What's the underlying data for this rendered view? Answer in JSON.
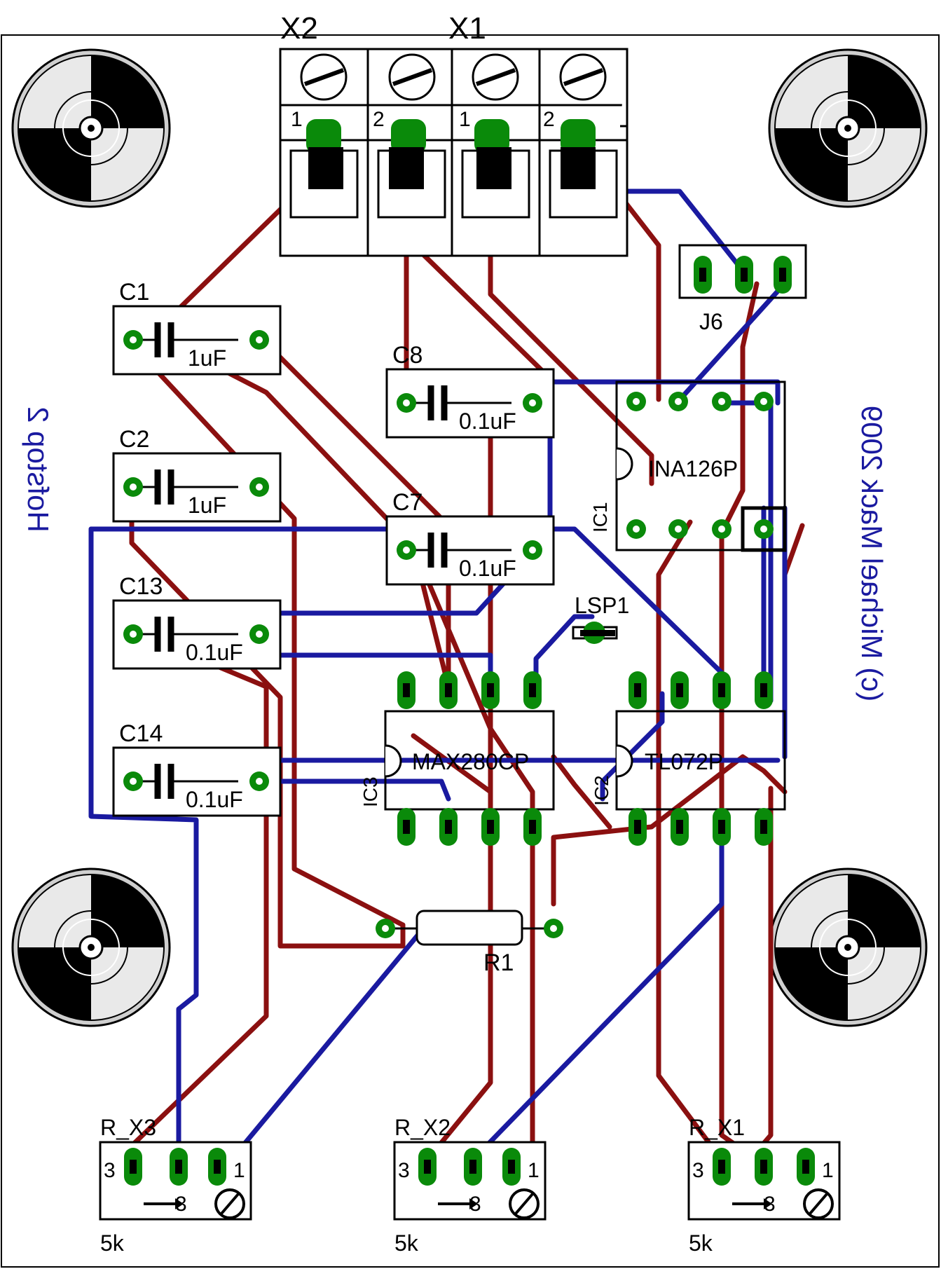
{
  "colors": {
    "top_trace": "#1a1aa0",
    "bottom_trace": "#8b1010",
    "pad": "#0a8a0a",
    "outline": "#000000",
    "background": "#ffffff"
  },
  "terminals": {
    "x2": "X2",
    "x1": "X1",
    "pin1": "1",
    "pin2": "2"
  },
  "capacitors": {
    "c1": {
      "name": "C1",
      "value": "1uF"
    },
    "c2": {
      "name": "C2",
      "value": "1uF"
    },
    "c13": {
      "name": "C13",
      "value": "0.1uF"
    },
    "c14": {
      "name": "C14",
      "value": "0.1uF"
    },
    "c8": {
      "name": "C8",
      "value": "0.1uF"
    },
    "c7": {
      "name": "C7",
      "value": "0.1uF"
    }
  },
  "jumper": {
    "name": "J6"
  },
  "speaker": {
    "name": "LSP1"
  },
  "ics": {
    "ic1": {
      "ref": "IC1",
      "part": "INA126P"
    },
    "ic2": {
      "ref": "IC2",
      "part": "TL072P"
    },
    "ic3": {
      "ref": "IC3",
      "part": "MAX280CP"
    }
  },
  "resistor": {
    "name": "R1"
  },
  "trimmers": {
    "r_x3": {
      "name": "R_X3",
      "value": "5k",
      "pin3": "3",
      "pin1": "1",
      "wiper": "3"
    },
    "r_x2": {
      "name": "R_X2",
      "value": "5k",
      "pin3": "3",
      "pin1": "1",
      "wiper": "3"
    },
    "r_x1": {
      "name": "R_X1",
      "value": "5k",
      "pin3": "3",
      "pin1": "1",
      "wiper": "3"
    }
  },
  "mirrored_text": {
    "left": "Hofstop 2",
    "right": "(c) Michael Mack 2009"
  },
  "icons": [
    "mounting-hole-icon",
    "screw-terminal-icon",
    "trimmer-adjust-icon",
    "arrow-icon"
  ]
}
